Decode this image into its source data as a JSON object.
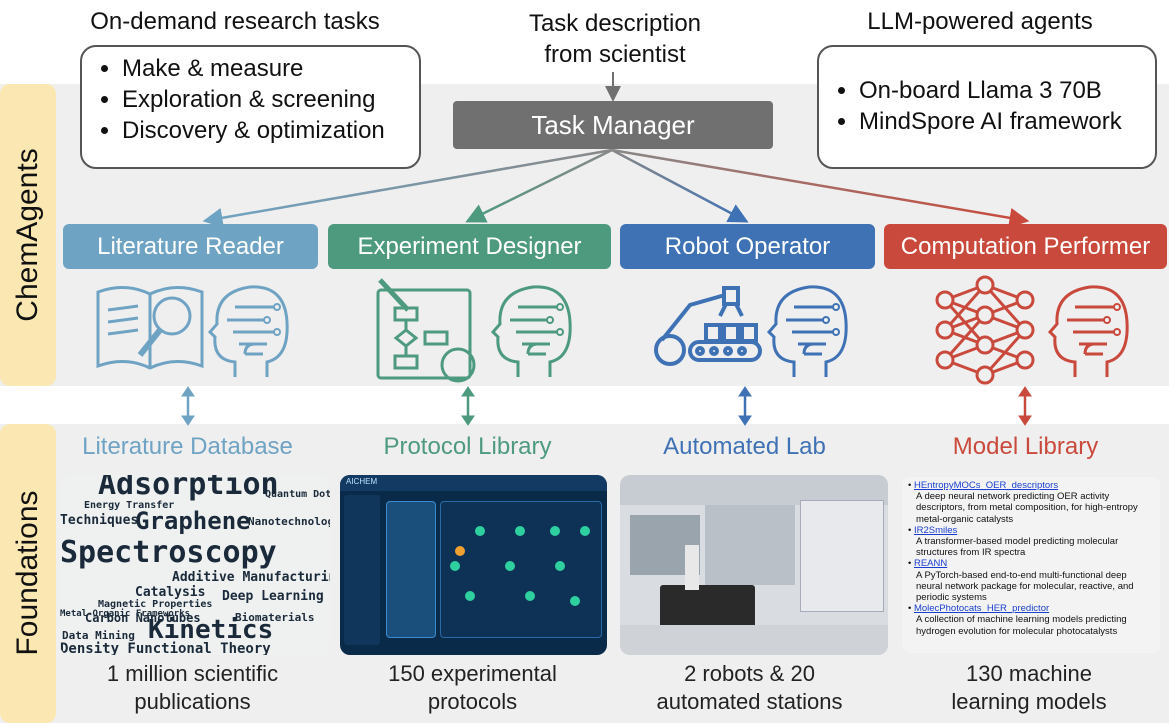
{
  "headers": {
    "tasks": "On-demand research tasks",
    "description": "Task description\nfrom scientist",
    "agents": "LLM-powered agents"
  },
  "tasks_box": [
    "Make & measure",
    "Exploration & screening",
    "Discovery & optimization"
  ],
  "agents_box": [
    "On-board Llama 3 70B",
    "MindSpore AI framework"
  ],
  "task_manager": "Task Manager",
  "side_labels": {
    "top": "ChemAgents",
    "bottom": "Foundations"
  },
  "agents": [
    {
      "label": "Literature Reader",
      "color": "#6fa3c3",
      "icon": "book-magnifier-icon"
    },
    {
      "label": "Experiment Designer",
      "color": "#4d9a7f",
      "icon": "clipboard-flowchart-icon"
    },
    {
      "label": "Robot Operator",
      "color": "#3f72b5",
      "icon": "robot-arm-conveyor-icon"
    },
    {
      "label": "Computation Performer",
      "color": "#c94a3c",
      "icon": "neural-network-icon"
    }
  ],
  "foundations": [
    {
      "title": "Literature Database",
      "color": "#6fa3c3",
      "caption": "1 million scientific\npublications"
    },
    {
      "title": "Protocol Library",
      "color": "#4d9a7f",
      "caption": "150 experimental\nprotocols"
    },
    {
      "title": "Automated Lab",
      "color": "#3f72b5",
      "caption": "2 robots & 20\nautomated stations"
    },
    {
      "title": "Model Library",
      "color": "#c94a3c",
      "caption": "130 machine\nlearning models"
    }
  ],
  "word_cloud": [
    "Adsorption",
    "Energy Transfer",
    "Graphene",
    "Nanotechnology",
    "Spectroscopy",
    "Additive Manufacturing",
    "Catalysis",
    "Deep Learning",
    "Magnetic Properties",
    "Carbon Nanotubes",
    "Biomaterials",
    "Kinetics",
    "Data Mining",
    "Density Functional Theory",
    "Quantum Dot",
    "Techniques",
    "Metal-Organic Frameworks"
  ],
  "protocol_app_title": "AICHEM",
  "models": [
    {
      "name": "HEntropyMOCs_OER_descriptors",
      "desc": "A deep neural network predicting OER activity descriptors, from metal composition, for high-entropy metal-organic catalysts"
    },
    {
      "name": "IR2Smiles",
      "desc": "A transformer-based model predicting molecular structures from IR spectra"
    },
    {
      "name": "REANN",
      "desc": "A PyTorch-based end-to-end multi-functional deep neural network package for molecular, reactive, and periodic systems"
    },
    {
      "name": "MolecPhotocats_HER_predictor",
      "desc": "A collection of machine learning models predicting hydrogen evolution for molecular photocatalysts"
    }
  ]
}
